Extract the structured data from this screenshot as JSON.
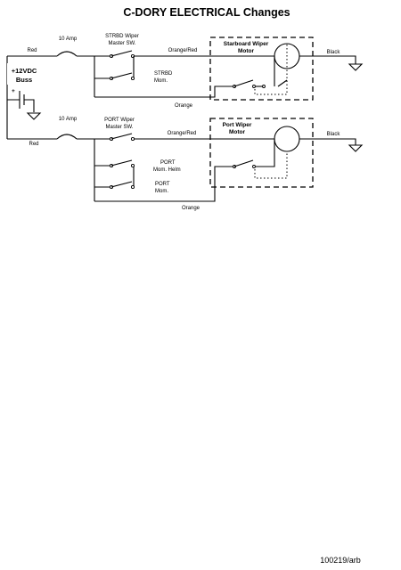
{
  "title": "C-DORY   ELECTRICAL Changes",
  "footer": "100219/arb",
  "power": {
    "line1": "+12VDC",
    "line2": "Buss",
    "plus": "+"
  },
  "starboard": {
    "fuse": "10 Amp",
    "wire_feed": "Red",
    "master_sw_1": "STRBD Wiper",
    "master_sw_2": "Master SW.",
    "wire_motor_in": "Orange/Red",
    "mom_sw_1": "STRBD",
    "mom_sw_2": "Mom.",
    "wire_return": "Orange",
    "motor_title_1": "Starboard Wiper",
    "motor_title_2": "Motor",
    "wire_ground": "Black"
  },
  "port": {
    "fuse": "10 Amp",
    "wire_feed": "Red",
    "master_sw_1": "PORT Wiper",
    "master_sw_2": "Master SW.",
    "wire_motor_in": "Orange/Red",
    "helm_sw_1": "PORT",
    "helm_sw_2": "Mom. Helm",
    "mom_sw_1": "PORT",
    "mom_sw_2": "Mom.",
    "wire_return": "Orange",
    "motor_title_1": "Port Wiper",
    "motor_title_2": "Motor",
    "wire_ground": "Black"
  }
}
